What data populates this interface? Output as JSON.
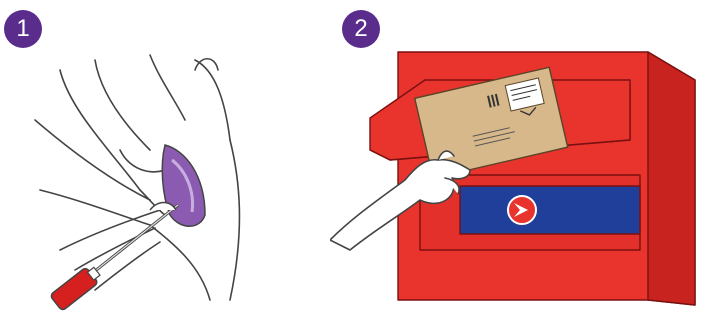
{
  "steps": [
    {
      "number": "1"
    },
    {
      "number": "2"
    }
  ],
  "colors": {
    "badge": "#5a2d8c",
    "mailbox": "#e8342c",
    "mailbox_dark": "#b51e1e",
    "band": "#1f3f9b",
    "envelope": "#d7b88a",
    "swab_handle": "#d6201f",
    "tissue": "#8a5bb0",
    "line": "#444444"
  },
  "icons": {
    "step1": "swab-collection-illustration",
    "step2": "mailbox-drop-illustration",
    "logo": "canada-post-logo-icon"
  }
}
